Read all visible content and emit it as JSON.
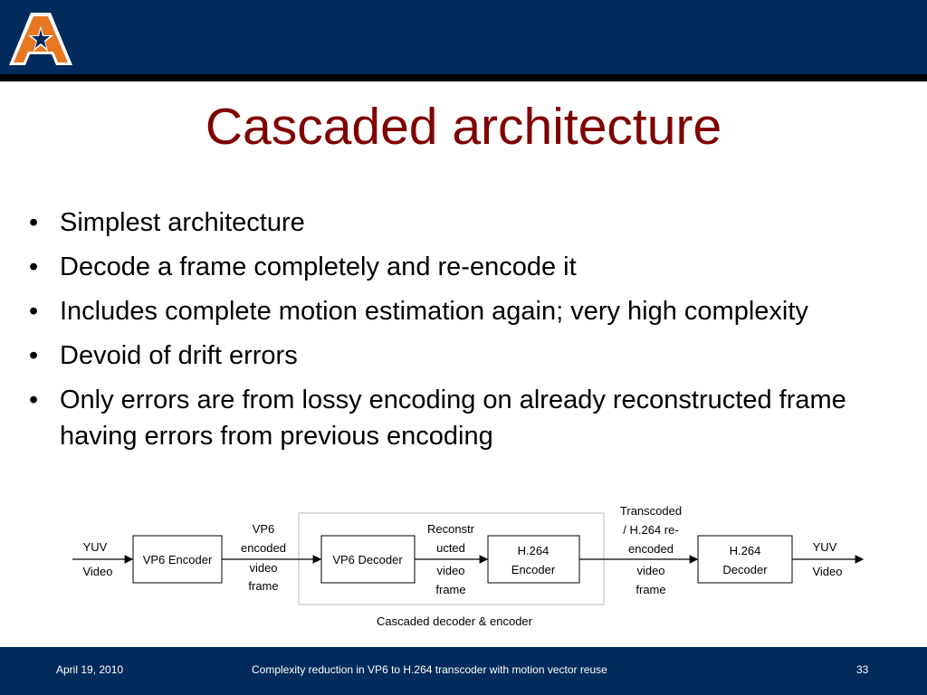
{
  "slide": {
    "title": "Cascaded architecture",
    "bullets": [
      "Simplest architecture",
      "Decode a frame completely and re-encode it",
      "Includes complete motion estimation again; very high complexity",
      "Devoid of drift errors",
      "Only errors are from lossy encoding on already reconstructed frame having errors from previous encoding"
    ],
    "bullet_glyph": "•"
  },
  "diagram": {
    "input_label": [
      "YUV",
      "Video"
    ],
    "blocks": [
      "VP6 Encoder",
      "VP6 Decoder",
      "H.264 Encoder",
      "H.264 Decoder"
    ],
    "edge_labels": {
      "encoded": [
        "VP6",
        "encoded",
        "video",
        "frame"
      ],
      "reconstructed": [
        "Reconstr",
        "ucted",
        "video",
        "frame"
      ],
      "transcoded": [
        "Transcoded",
        "/ H.264 re-",
        "encoded",
        "video",
        "frame"
      ]
    },
    "output_label": [
      "YUV",
      "Video"
    ],
    "group_caption": "Cascaded decoder & encoder"
  },
  "footer": {
    "date": "April 19, 2010",
    "caption": "Complexity reduction in VP6 to H.264 transcoder with motion vector  reuse",
    "page": "33"
  },
  "colors": {
    "navy": "#002b5c",
    "title_red": "#800000",
    "logo_orange": "#e87722"
  }
}
